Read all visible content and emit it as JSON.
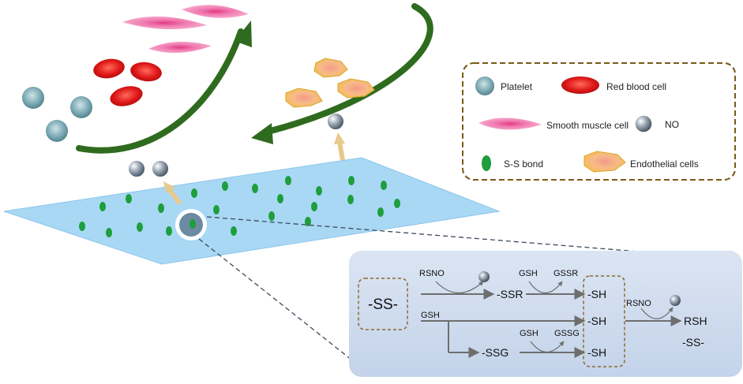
{
  "legend": {
    "platelet": "Platelet",
    "red_blood_cell": "Red blood cell",
    "smooth_muscle_cell": "Smooth muscle cell",
    "no": "NO",
    "ss_bond": "S-S bond",
    "endothelial_cells": "Endothelial cells"
  },
  "reaction": {
    "reactant": "-SS-",
    "rsno_1": "RSNO",
    "product_ssr": "-SSR",
    "gsh_left": "GSH",
    "gsh_top": "GSH",
    "gssr": "GSSR",
    "sh_1": "-SH",
    "sh_2": "-SH",
    "sh_3": "-SH",
    "gsh_bottom": "GSH",
    "gssg": "GSSG",
    "product_ssg": "-SSG",
    "rsno_2": "RSNO",
    "rsh": "RSH",
    "ss_final": "-SS-"
  },
  "colors": {
    "surface": "#a9d8f5",
    "ss_bond": "#1e9e3c",
    "rbc": "#e01818",
    "smooth_muscle": "#f07ab0",
    "endothelial": "#f4c048",
    "platelet": "#6fa0ac",
    "no_sphere": "#8c9aa8",
    "curved_arrow": "#2f6b1e",
    "release_arrow": "#e6c98c",
    "legend_border": "#7a5a18",
    "reaction_panel": "#cfdcef"
  }
}
